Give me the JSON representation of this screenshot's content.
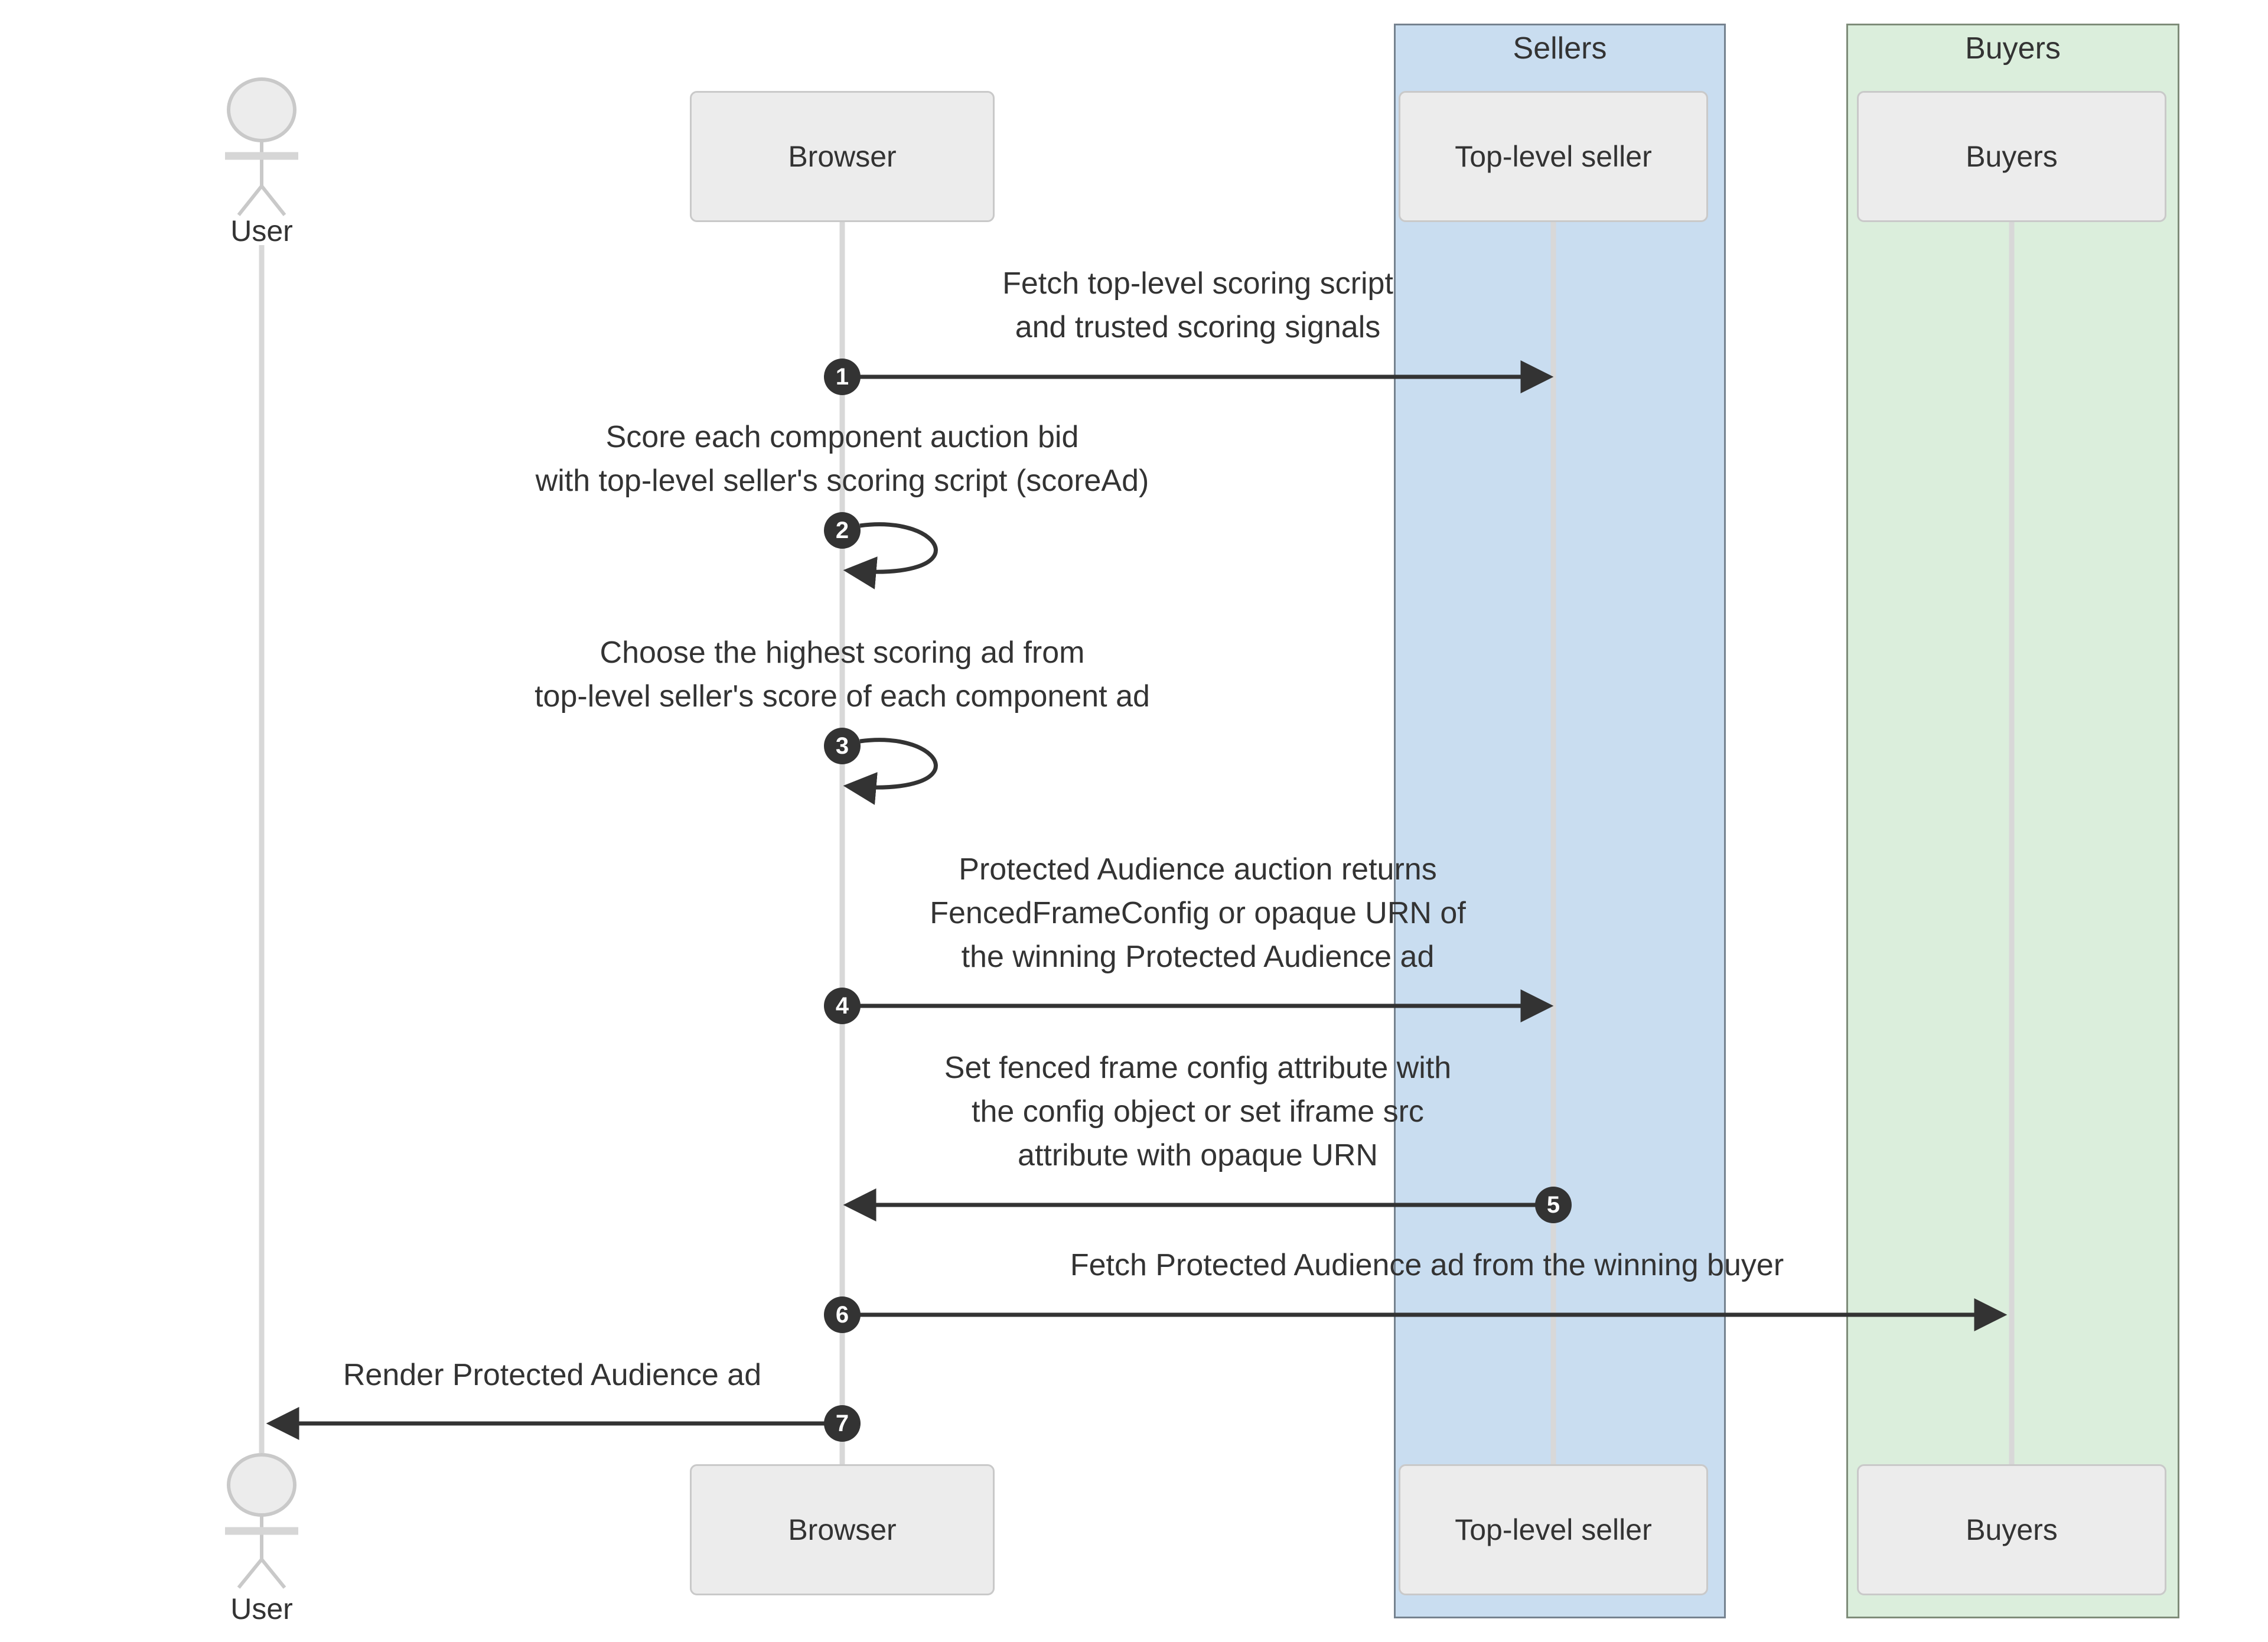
{
  "diagram_type": "sequence",
  "groups": {
    "sellers": {
      "label": "Sellers"
    },
    "buyers": {
      "label": "Buyers"
    }
  },
  "actors": {
    "user": {
      "label": "User",
      "kind": "actor"
    },
    "browser": {
      "label": "Browser",
      "kind": "participant"
    },
    "top_level_seller": {
      "label": "Top-level seller",
      "kind": "participant",
      "group": "Sellers"
    },
    "buyers": {
      "label": "Buyers",
      "kind": "participant",
      "group": "Buyers"
    }
  },
  "messages": [
    {
      "num": "1",
      "from": "Browser",
      "to": "Top-level seller",
      "kind": "solid-arrow",
      "text": "Fetch top-level scoring script\nand trusted scoring signals"
    },
    {
      "num": "2",
      "from": "Browser",
      "to": "Browser",
      "kind": "self-loop",
      "text": "Score each component auction bid\nwith top-level seller's scoring script (scoreAd)"
    },
    {
      "num": "3",
      "from": "Browser",
      "to": "Browser",
      "kind": "self-loop",
      "text": "Choose the highest scoring ad from\ntop-level seller's score of each component ad"
    },
    {
      "num": "4",
      "from": "Browser",
      "to": "Top-level seller",
      "kind": "solid-arrow",
      "text": "Protected Audience auction returns\nFencedFrameConfig or opaque URN of\nthe winning Protected Audience ad"
    },
    {
      "num": "5",
      "from": "Top-level seller",
      "to": "Browser",
      "kind": "solid-arrow",
      "text": "Set fenced frame config attribute with\nthe config object or set iframe src\nattribute with opaque URN"
    },
    {
      "num": "6",
      "from": "Browser",
      "to": "Buyers",
      "kind": "solid-arrow",
      "text": "Fetch Protected Audience ad from the winning buyer"
    },
    {
      "num": "7",
      "from": "Browser",
      "to": "User",
      "kind": "solid-arrow",
      "text": "Render Protected Audience ad"
    }
  ],
  "colors": {
    "sellers_fill": "#c9ddf0",
    "sellers_border": "#75828f",
    "buyers_fill": "#dbeedc",
    "buyers_border": "#7e8c79",
    "box_fill": "#ececec",
    "box_border": "#c9c9c9",
    "lifeline": "#d8d8d8",
    "actor_fill": "#ececec",
    "actor_stroke": "#c9c9c9",
    "actor_arm": "#d6d6d6",
    "arrow": "#333333",
    "circle_fill": "#333333",
    "circle_text": "#ffffff",
    "text": "#333333"
  }
}
